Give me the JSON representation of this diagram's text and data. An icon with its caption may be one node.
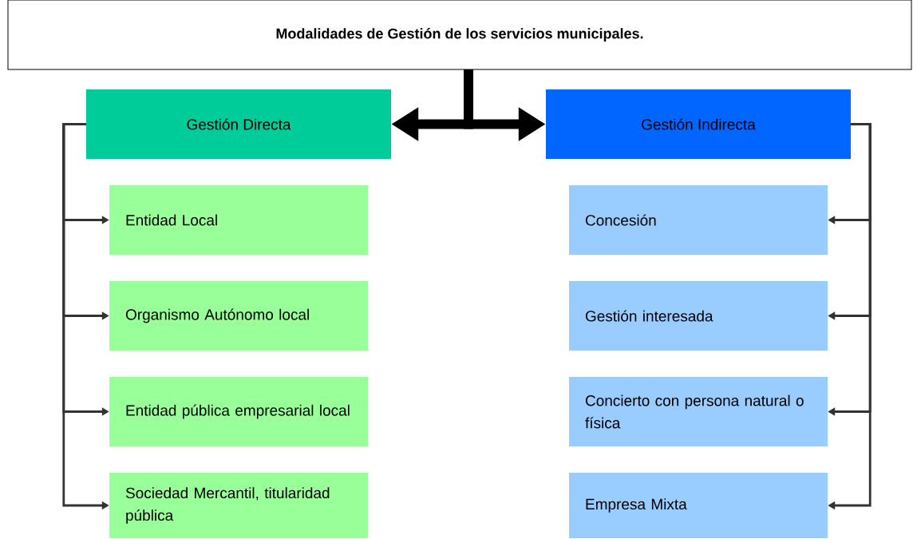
{
  "diagram": {
    "nodes": [
      {
        "text": [
          "Modalidades de Gestión de los servicios municipales."
        ]
      },
      {
        "text": [
          "Gestión Directa"
        ]
      },
      {
        "text": [
          "Gestión Indirecta"
        ]
      },
      {
        "text": [
          "Entidad Local"
        ]
      },
      {
        "text": [
          "Organismo Autónomo local"
        ]
      },
      {
        "text": [
          "Entidad pública empresarial local"
        ]
      },
      {
        "text": [
          "Sociedad Mercantil, titularidad pública"
        ]
      },
      {
        "text": [
          "Concesión"
        ]
      },
      {
        "text": [
          "Gestión interesada"
        ]
      },
      {
        "text": [
          "Concierto con persona natural o física"
        ]
      },
      {
        "text": [
          "Empresa Mixta"
        ]
      }
    ],
    "edges": [
      {
        "from": 0,
        "to": 1,
        "arrow": "to",
        "style": "thick",
        "color": "#000000"
      },
      {
        "from": 0,
        "to": 2,
        "arrow": "to",
        "style": "thick",
        "color": "#000000"
      },
      {
        "from": 1,
        "to": 3,
        "arrow": "to"
      },
      {
        "from": 1,
        "to": 4,
        "arrow": "to"
      },
      {
        "from": 1,
        "to": 5,
        "arrow": "to"
      },
      {
        "from": 1,
        "to": 6,
        "arrow": "to"
      },
      {
        "from": 2,
        "to": 7,
        "arrow": "to"
      },
      {
        "from": 2,
        "to": 8,
        "arrow": "to"
      },
      {
        "from": 2,
        "to": 9,
        "arrow": "to"
      },
      {
        "from": 2,
        "to": 10,
        "arrow": "to"
      }
    ]
  }
}
